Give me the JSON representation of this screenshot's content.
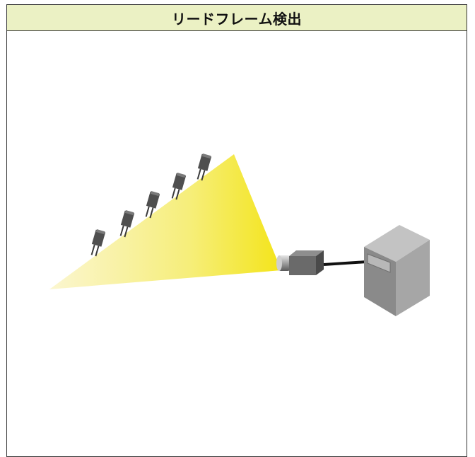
{
  "title": "リードフレーム検出",
  "colors": {
    "header_bg": "#ebf1c4",
    "light_beam": "#f5e620",
    "component": "#555555",
    "camera": "#6e6e6e",
    "server": "#9a9a9a",
    "border": "#333333"
  },
  "icons": [
    "lead-frame-component-icon",
    "light-beam",
    "camera-icon",
    "cable",
    "server-pc-icon"
  ]
}
